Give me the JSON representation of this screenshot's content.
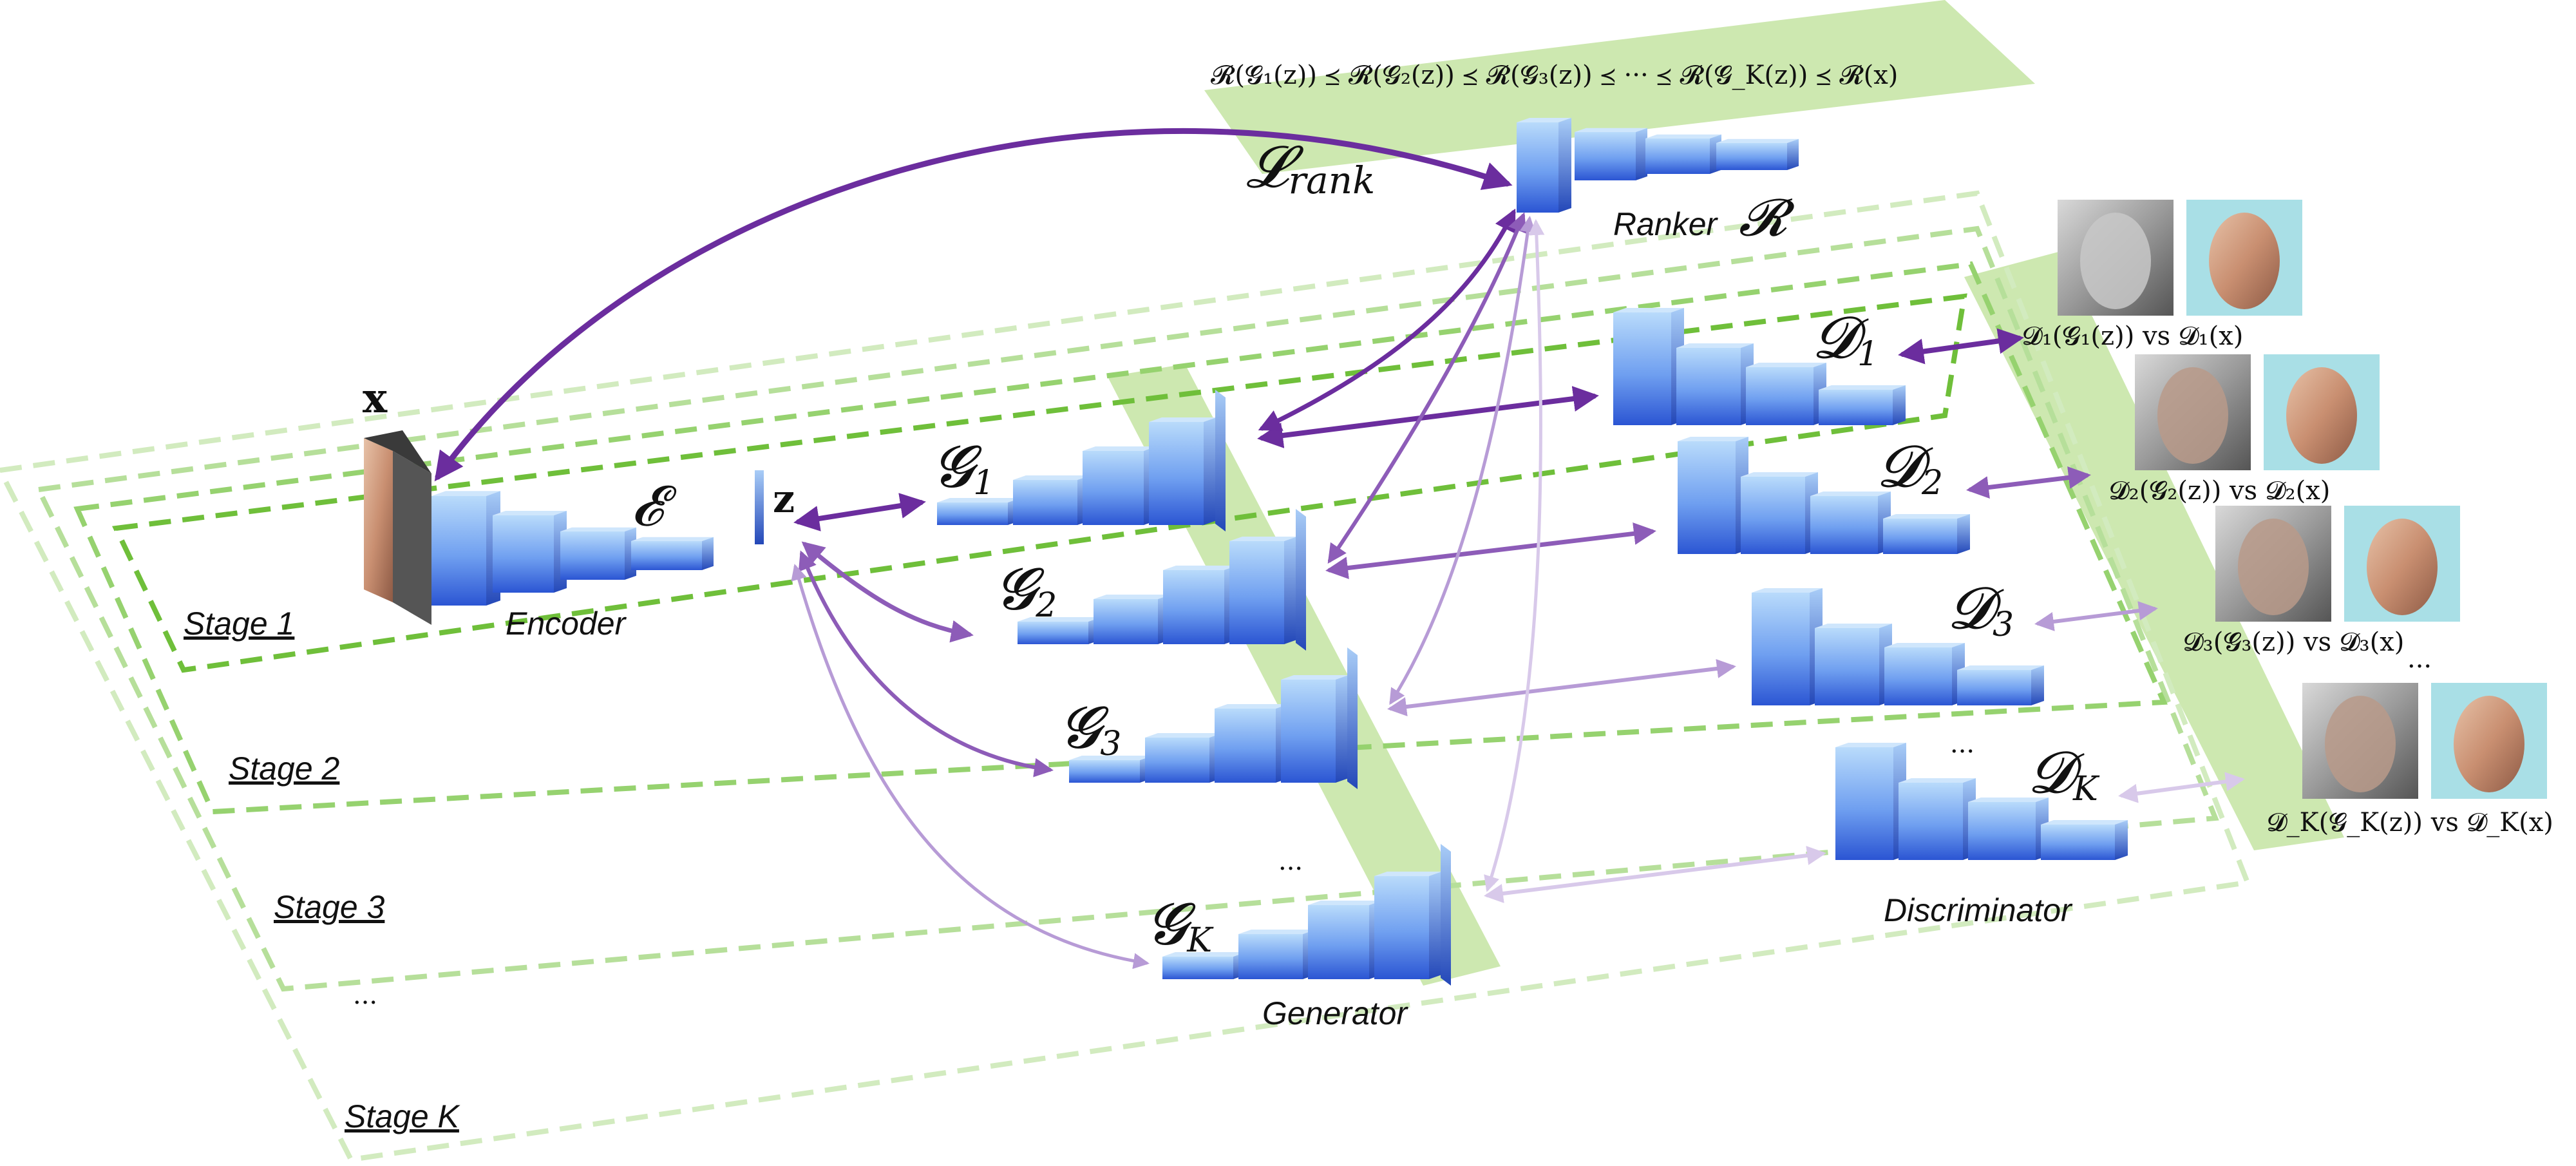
{
  "rank_equation": "𝓡(𝓖₁(z)) ⪯ 𝓡(𝓖₂(z)) ⪯ 𝓡(𝓖₃(z)) ⪯ ··· ⪯ 𝓡(𝓖_K(z)) ⪯ 𝓡(x)",
  "loss_label": "𝓛",
  "loss_sub": "rank",
  "ranker": {
    "caption": "Ranker",
    "symbol": "𝓡"
  },
  "encoder": {
    "caption": "Encoder",
    "symbol": "𝓔"
  },
  "input_label": "x",
  "latent_label": "z",
  "generator_caption": "Generator",
  "discriminator_caption": "Discriminator",
  "stages": [
    "Stage 1",
    "Stage 2",
    "Stage 3",
    "Stage K"
  ],
  "stage_ellipsis": "···",
  "generators": [
    {
      "sym": "𝓖",
      "sub": "1"
    },
    {
      "sym": "𝓖",
      "sub": "2"
    },
    {
      "sym": "𝓖",
      "sub": "3"
    },
    {
      "sym": "𝓖",
      "sub": "K"
    }
  ],
  "generator_ellipsis": "···",
  "discriminators": [
    {
      "sym": "𝓓",
      "sub": "1"
    },
    {
      "sym": "𝓓",
      "sub": "2"
    },
    {
      "sym": "𝓓",
      "sub": "3"
    },
    {
      "sym": "𝓓",
      "sub": "K"
    }
  ],
  "discriminator_ellipsis": "···",
  "comparisons": [
    "𝓓₁(𝓖₁(z)) vs 𝓓₁(x)",
    "𝓓₂(𝓖₂(z)) vs 𝓓₂(x)",
    "𝓓₃(𝓖₃(z)) vs 𝓓₃(x)",
    "𝓓_K(𝓖_K(z)) vs 𝓓_K(x)"
  ],
  "comparison_ellipsis": "···",
  "colors": {
    "green_band": "#cde8b0",
    "stage_dash_1": "#6fbf3a",
    "stage_dash_k": "#c9e6b0",
    "block_top": "#b8dafb",
    "block_bottom": "#2f5ad6",
    "arrow_1": "#6b2d9e",
    "arrow_2": "#8d5cb8",
    "arrow_3": "#b79bd6",
    "arrow_4": "#d8c9ea"
  }
}
